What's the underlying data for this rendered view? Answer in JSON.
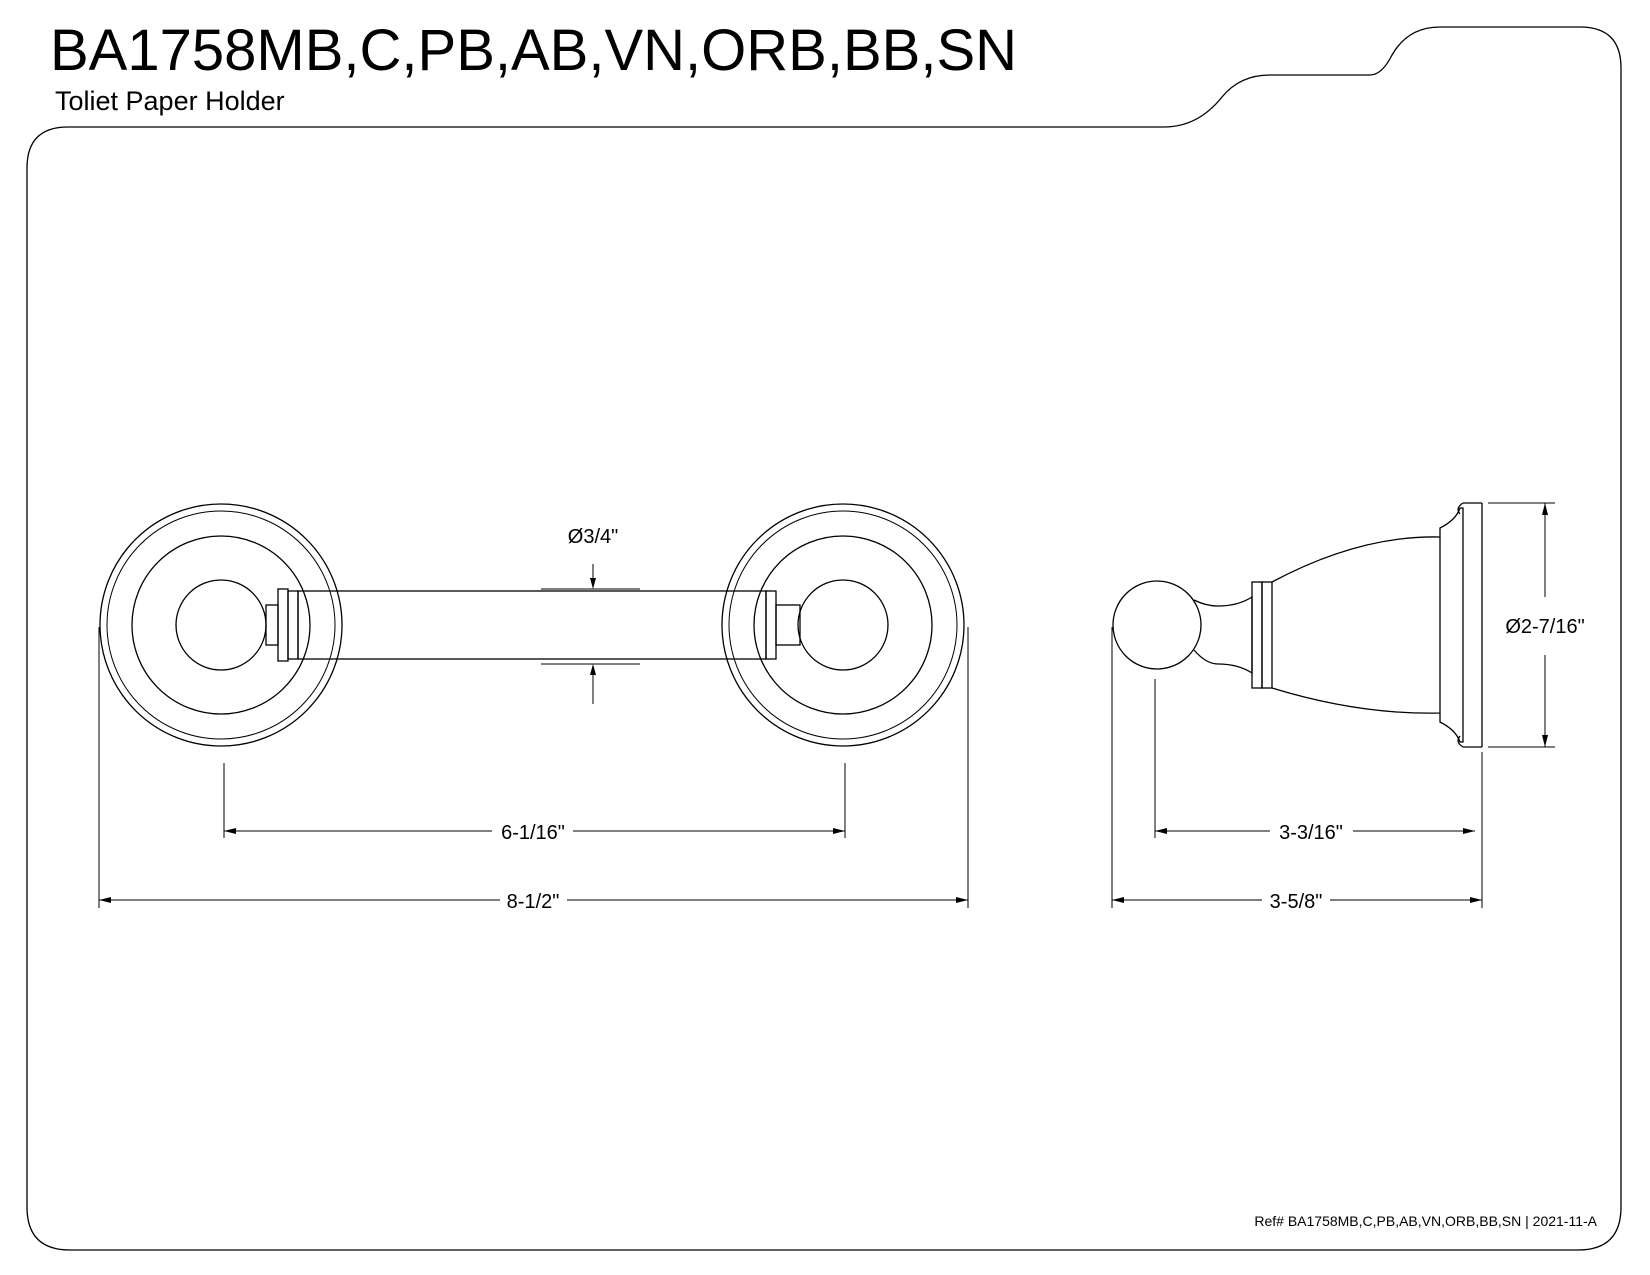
{
  "header": {
    "model_title": "BA1758MB,C,PB,AB,VN,ORB,BB,SN",
    "product_name": "Toliet Paper Holder"
  },
  "dimensions": {
    "bar_diameter": "Ø3/4\"",
    "post_spacing": "6-1/16\"",
    "overall_width": "8-1/2\"",
    "flange_diameter": "Ø2-7/16\"",
    "projection_to_post": "3-3/16\"",
    "overall_projection": "3-5/8\""
  },
  "footer": {
    "reference": "Ref# BA1758MB,C,PB,AB,VN,ORB,BB,SN | 2021-11-A"
  }
}
